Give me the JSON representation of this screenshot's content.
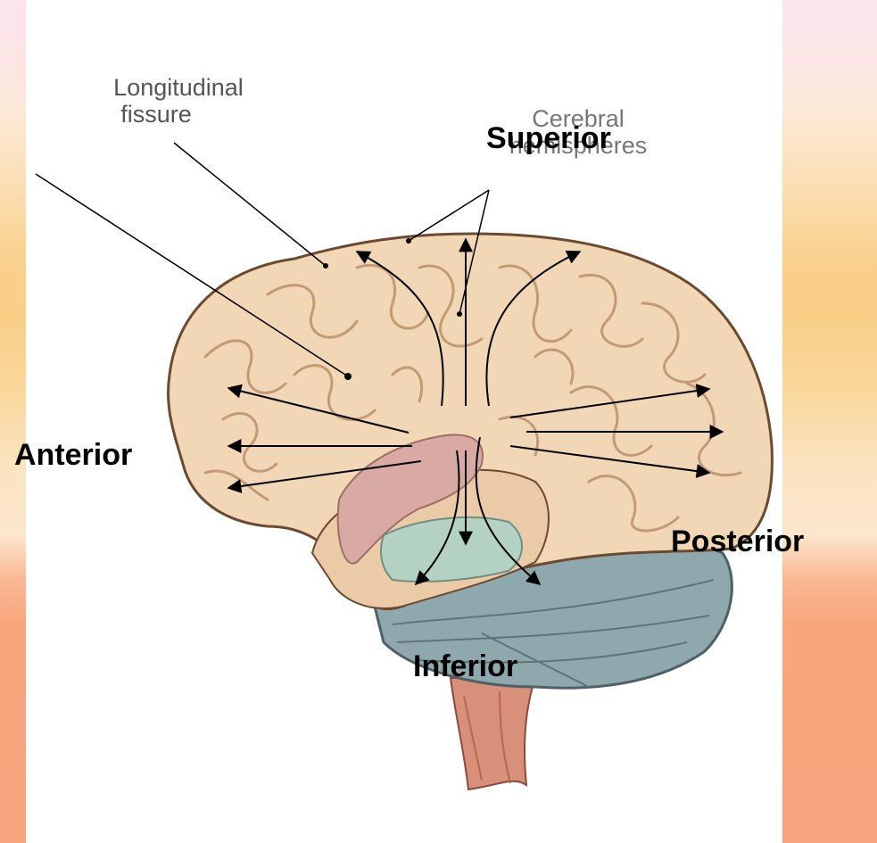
{
  "labels": {
    "longitudinal_fissure": [
      "Longitudinal",
      "fissure"
    ],
    "cerebral_hemispheres": [
      "Cerebral",
      "hemispheres"
    ],
    "superior": "Superior",
    "anterior": "Anterior",
    "posterior": "Posterior",
    "inferior": "Inferior"
  },
  "colors": {
    "brain": "#f2d7b6",
    "brain_outline": "#6b4a30",
    "temporal_pink": "#d9aaa3",
    "cerebellum": "#8fa8ad",
    "brainstem": "#d9907a",
    "green_region": "#b4d2c4",
    "arrow": "#000000"
  }
}
